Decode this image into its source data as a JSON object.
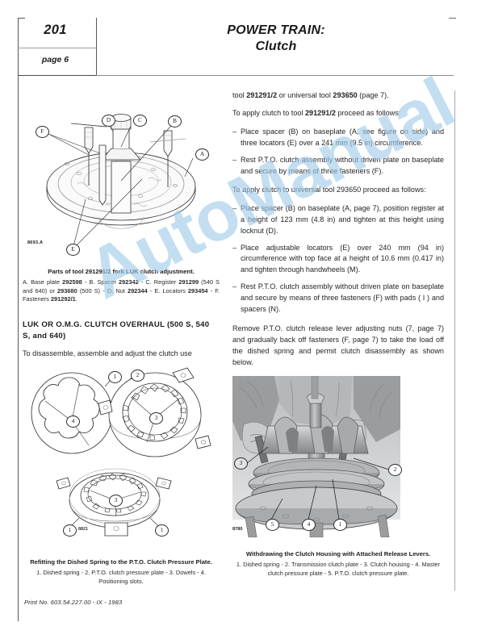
{
  "header": {
    "chapter_number": "201",
    "page_label": "page 6",
    "title_line1": "POWER TRAIN:",
    "title_line2": "Clutch"
  },
  "watermark": {
    "text": "AutoManual",
    "color": "#9fcbe8"
  },
  "right_column": {
    "para_continued": "tool 291291/2 or universal tool 293650 (page 7).",
    "para_apply_tool_intro": "To apply clutch to tool 291291/2 proceed as follows:",
    "bullets_tool": [
      "Place spacer (B) on baseplate (A, see figure on side) and three locators (E) over a 241 mm (9.5 in) circumference.",
      "Rest P.T.O. clutch assembly without driven plate on baseplate and secure by means of three fasteners (F)."
    ],
    "para_apply_universal_intro": "To apply clutch to universal tool 293650 proceed as follows:",
    "bullets_universal": [
      "Place spacer (B) on baseplate (A, page 7), position register at a height of 123 mm (4.8 in) and tighten at this height using locknut (D).",
      "Place adjustable locators (E) over 240 mm (94 in) circumference with top face at a height of 10.6 mm (0.417 in) and tighten through handwheels (M).",
      "Rest P.T.O. clutch assembly without driven plate on baseplate and secure by means of three fasteners (F) with pads ( I ) and spacers (N)."
    ],
    "para_remove": "Remove P.T.O. clutch release lever adjusting nuts (7, page 7) and gradually back off fasteners (F, page 7) to take the load off the dished spring and permit clutch disassembly as shown below."
  },
  "left_column": {
    "fig_tool": {
      "figure_number": "8693.A",
      "callouts": [
        "A",
        "B",
        "C",
        "D",
        "E",
        "E",
        "F"
      ],
      "caption_title": "Parts of tool 291291/2 fork LUK clutch adjustment.",
      "caption_legend": "A. Base plate 292598 - B. Spacer 292342 - C. Register 291299 (540 S and 640) or  293680 (500 S) - D. Nut 292344 - E. Locators 293454 - F. Fasteners 291292/1."
    },
    "section_heading": "LUK OR O.M.G. CLUTCH OVERHAUL (500 S, 540 S, and 640)",
    "section_intro": "To disassemble, assemble and adjust the clutch use",
    "fig_spring": {
      "figure_number": "8821",
      "callouts": [
        "1",
        "2",
        "3",
        "4"
      ],
      "caption_title": "Refitting the Dished Spring to the  P.T.O. Clutch Pressure Plate.",
      "caption_legend": "1. Dished spring - 2. P.T.O. clutch pressure plate - 3. Dowels - 4. Positioning slots."
    }
  },
  "photo": {
    "figure_number": "8780",
    "callouts": [
      "1",
      "2",
      "3",
      "4",
      "5"
    ],
    "caption_title": "Withdrawing the Clutch Housing with Attached Release Levers.",
    "caption_legend": "1. Dished spring - 2. Transmission clutch plate - 3. Clutch housing - 4. Master clutch pressure plate - 5. P.T.O. clutch pressure plate."
  },
  "footer": {
    "print_no": "Print No. 603.54.227.00 - IX - 1983"
  }
}
